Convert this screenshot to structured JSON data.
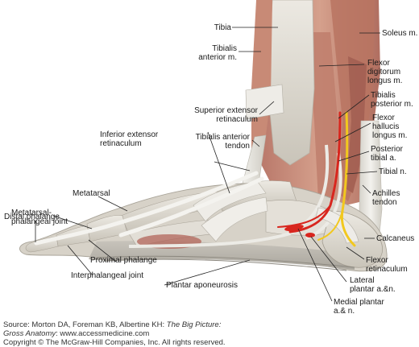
{
  "labels": {
    "tibia": "Tibia",
    "tibialis_anterior_m": [
      "Tibialis",
      "anterior m."
    ],
    "superior_extensor_retinaculum": [
      "Superior extensor",
      "retinaculum"
    ],
    "tibialis_anterior_tendon": [
      "Tibialis anterior",
      "tendon"
    ],
    "inferior_extensor_retinaculum": [
      "Inferior extensor",
      "retinaculum"
    ],
    "metatarsal": "Metatarsal",
    "metatarsal_phalangeal_joint": [
      "Metatarsal-",
      "phalangeal joint"
    ],
    "distal_phalange": "Distal phalange",
    "proximal_phalange": "Proximal phalange",
    "interphalangeal_joint": "Interphalangeal joint",
    "plantar_aponeurosis": "Plantar aponeurosis",
    "soleus_m": "Soleus m.",
    "flexor_digitorum_longus_m": [
      "Flexor",
      "digitorum",
      "longus m."
    ],
    "tibialis_posterior_m": [
      "Tibialis",
      "posterior m."
    ],
    "flexor_hallucis_longus_m": [
      "Flexor",
      "hallucis",
      "longus m."
    ],
    "posterior_tibial_a": [
      "Posterior",
      "tibial a."
    ],
    "tibial_n": "Tibial n.",
    "achilles_tendon": [
      "Achilles",
      "tendon"
    ],
    "calcaneus": "Calcaneus",
    "flexor_retinaculum": [
      "Flexor",
      "retinaculum"
    ],
    "lateral_plantar_an": [
      "Lateral",
      "plantar a.&n."
    ],
    "medial_plantar_an": [
      "Medial plantar",
      "a.& n."
    ]
  },
  "source": {
    "line1_prefix": "Source: Morton DA, Foreman KB, Albertine KH: ",
    "line1_title": "The Big Picture:",
    "line2_title": "Gross Anatomy",
    "line2_suffix": ": www.accessmedicine.com",
    "line3": "Copyright © The McGraw-Hill Companies, Inc. All rights reserved."
  },
  "colors": {
    "muscle": "#c98f7a",
    "muscle_dark": "#a8685a",
    "tendon": "#e6e4de",
    "bone": "#dcd8cf",
    "artery": "#d8261e",
    "nerve": "#f2c81e",
    "leader": "#222222"
  }
}
